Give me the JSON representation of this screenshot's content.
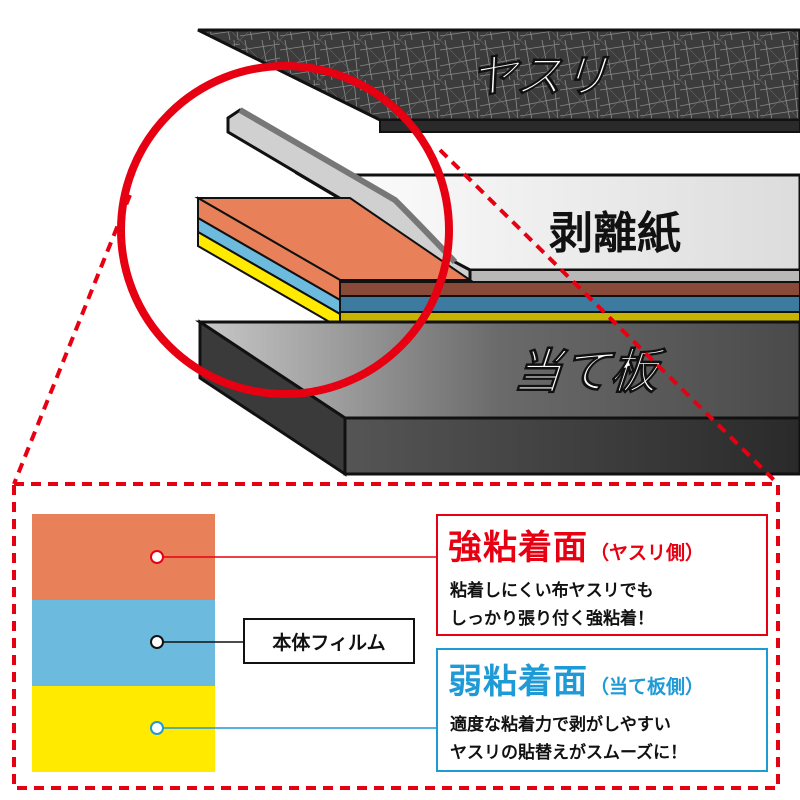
{
  "layers": {
    "file": "ヤスリ",
    "release_paper": "剥離紙",
    "board": "当て板"
  },
  "swatches": {
    "top_color": "#E8815A",
    "middle_color": "#6CBBDF",
    "bottom_color": "#FFEA00"
  },
  "film_label": "本体フィルム",
  "strong": {
    "title": "強粘着面",
    "sub": "（ヤスリ側）",
    "line1": "粘着しにくい布ヤスリでも",
    "line2": "しっかり張り付く強粘着！",
    "color": "#E60012"
  },
  "weak": {
    "title": "弱粘着面",
    "sub": "（当て板側）",
    "line1": "適度な粘着力で剥がしやすい",
    "line2": "ヤスリの貼替えがスムーズに！",
    "color": "#1E9AD6"
  }
}
